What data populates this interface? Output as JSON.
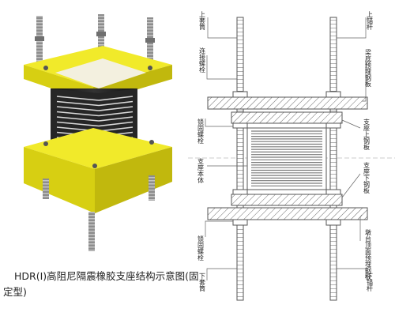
{
  "caption": {
    "line1": "HDR(Ⅰ)高阻尼隔震橡胶支座结构示意图(固",
    "line2": "定型)"
  },
  "labels": {
    "upper_sleeve": "上套筒",
    "upper_bolt": "上锚杆",
    "connect_bolt": "连接螺栓",
    "beam_embed_plate": "梁底预埋钢板",
    "lock_bolt_top": "锁固螺栓",
    "support_top_plate": "支座上钢板",
    "support_body": "支座本体",
    "support_bottom_plate": "支座下钢板",
    "lock_bolt_bottom": "锁固螺栓",
    "pier_embed_plate": "墩台顶面预埋钢板",
    "lower_sleeve": "下套筒",
    "lower_bolt": "下锚杆"
  },
  "colors": {
    "steel_plate": "#e6df1a",
    "rubber": "#1e1e1e",
    "bolt": "#8b8b8b",
    "line": "#555555"
  }
}
